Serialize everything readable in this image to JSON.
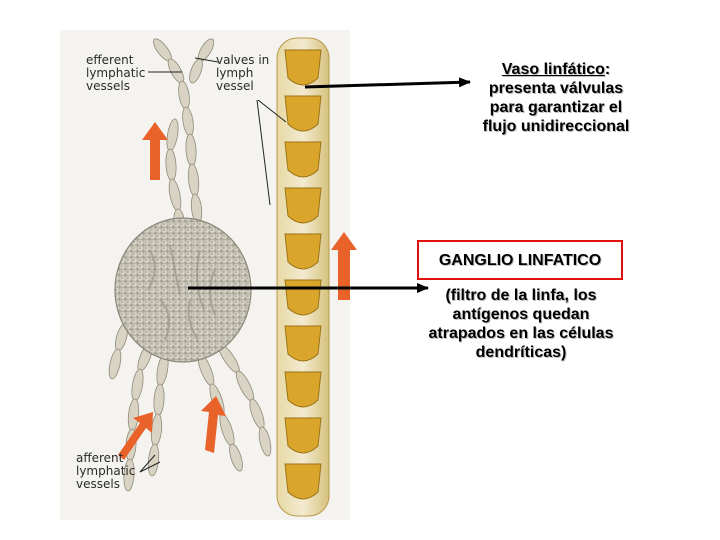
{
  "labels_en": {
    "efferent": [
      "efferent",
      "lymphatic",
      "vessels"
    ],
    "valves": [
      "valves in",
      "lymph",
      "vessel"
    ],
    "afferent": [
      "afferent",
      "lymphatic",
      "vessels"
    ]
  },
  "vaso": {
    "title": "Vaso linfático",
    "colon": ":",
    "lines": [
      "presenta válvulas",
      "para garantizar el",
      "flujo unidireccional"
    ]
  },
  "ganglio": {
    "title": "GANGLIO LINFATICO",
    "lines": [
      "(filtro de la linfa, los",
      "antígenos quedan",
      "atrapados en las células",
      "dendríticas)"
    ]
  },
  "colors": {
    "node": "#cfcbbf",
    "vessel": "#d8d3c3",
    "lymph_vessel": "#d9a52b",
    "flow_arrow": "#e8622a",
    "highlight_box": "#e01010"
  }
}
